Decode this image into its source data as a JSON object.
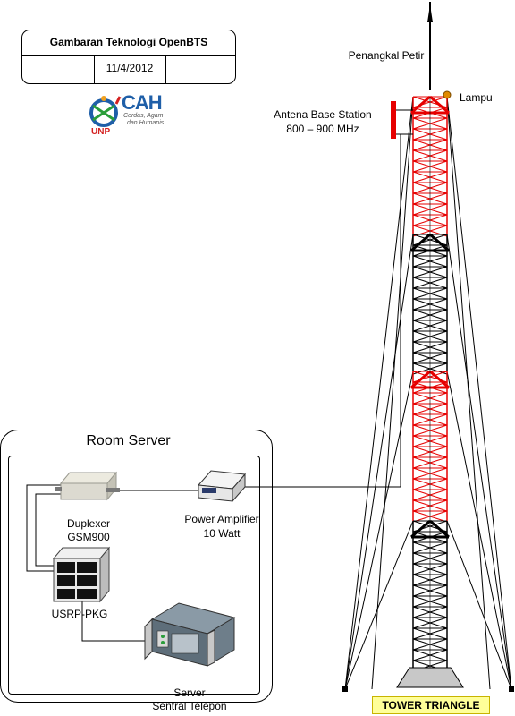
{
  "title_block": {
    "title": "Gambaran Teknologi OpenBTS",
    "date": "11/4/2012"
  },
  "logo": {
    "org": "UNP",
    "brand": "CAH",
    "tagline_line1": "Cerdas, Agam",
    "tagline_line2": "dan Humanis",
    "colors": {
      "blue": "#1f5fa8",
      "green": "#2a9d3a",
      "orange": "#f0a020",
      "red": "#d42020"
    }
  },
  "tower": {
    "lightning_rod_label": "Penangkal Petir",
    "lamp_label": "Lampu",
    "antenna_label_line1": "Antena Base Station",
    "antenna_label_line2": "800 – 900 MHz",
    "base_label": "TOWER TRIANGLE",
    "colors": {
      "red_section": "#e60000",
      "black_section": "#000000",
      "antenna": "#e60000",
      "lamp": "#e08a00"
    }
  },
  "room": {
    "title": "Room Server"
  },
  "devices": {
    "duplexer_line1": "Duplexer",
    "duplexer_line2": "GSM900",
    "amplifier_line1": "Power Amplifier",
    "amplifier_line2": "10 Watt",
    "usrp": "USRP-PKG",
    "server_line1": "Server",
    "server_line2": "Sentral Telepon"
  }
}
